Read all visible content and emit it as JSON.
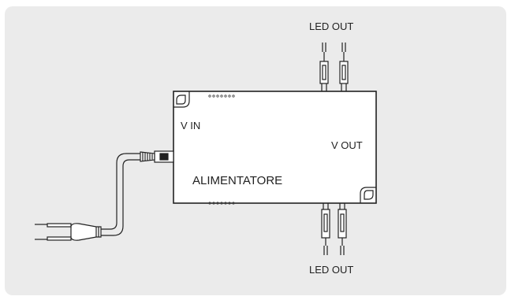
{
  "diagram": {
    "labels": {
      "led_out_top": "LED OUT",
      "led_out_bottom": "LED OUT",
      "v_in": "V IN",
      "v_out": "V OUT",
      "device_name": "ALIMENTATORE"
    }
  }
}
